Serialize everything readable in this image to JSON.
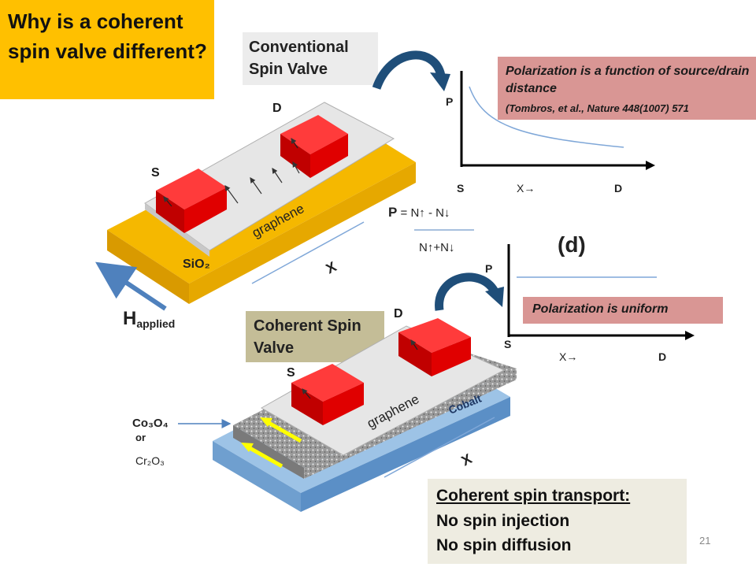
{
  "title": "Why is a coherent spin valve different?",
  "conventional": {
    "label": "Conventional Spin Valve",
    "note": "Polarization is a function of source/drain distance",
    "citation": "(Tombros, et al., Nature 448(1007) 571"
  },
  "coherent": {
    "label": "Coherent Spin Valve",
    "note": "Polarization is uniform"
  },
  "graph_labels": {
    "p": "P",
    "s": "S",
    "x": "X→",
    "d": "D"
  },
  "panel": "(d)",
  "formula": {
    "p": "P",
    "numerator": " = N↑ - N↓",
    "denominator": "N↑+N↓"
  },
  "device": {
    "s": "S",
    "d": "D",
    "graphene": "graphene",
    "sio2": "SiO₂",
    "x": "X",
    "h_main": "H",
    "h_sub": "applied",
    "cobalt": "Cobalt",
    "co3o4": "Co₃O₄",
    "or": "or",
    "cr2o3": "Cr₂O₃"
  },
  "summary": {
    "title": "Coherent spin transport:",
    "line1": "No spin injection",
    "line2": "No spin diffusion"
  },
  "page_number": "21",
  "colors": {
    "title_bg": "#ffc000",
    "note_bg": "#d99694",
    "coherent_bg": "#c4bd97",
    "summary_bg": "#eeece1",
    "magnet": "#ff0000",
    "arrow": "#1f4e79",
    "substrate_yellow": "#f5b800",
    "substrate_blue": "#9dc3e6"
  }
}
